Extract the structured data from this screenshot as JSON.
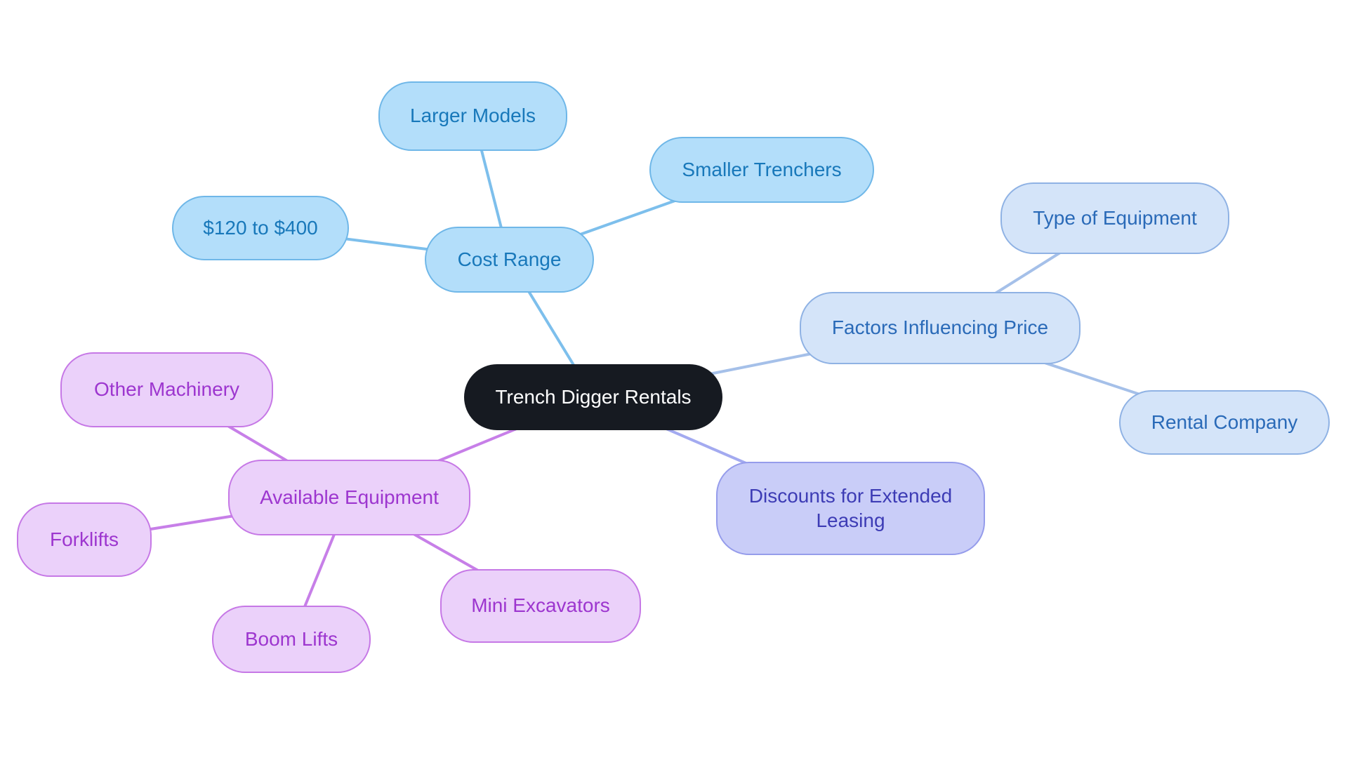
{
  "nodes": {
    "central": {
      "label": "Trench Digger Rentals"
    },
    "cost_range": {
      "label": "Cost Range"
    },
    "larger_models": {
      "label": "Larger Models"
    },
    "smaller_trenchers": {
      "label": "Smaller Trenchers"
    },
    "price_range": {
      "label": "$120 to $400"
    },
    "factors": {
      "label": "Factors Influencing Price"
    },
    "type_of_equipment": {
      "label": "Type of Equipment"
    },
    "rental_company": {
      "label": "Rental Company"
    },
    "discounts": {
      "label": "Discounts for Extended Leasing"
    },
    "available_equipment": {
      "label": "Available Equipment"
    },
    "other_machinery": {
      "label": "Other Machinery"
    },
    "forklifts": {
      "label": "Forklifts"
    },
    "boom_lifts": {
      "label": "Boom Lifts"
    },
    "mini_excavators": {
      "label": "Mini Excavators"
    }
  },
  "edges": [
    {
      "from": "central",
      "to": "cost_range",
      "branch": "cost"
    },
    {
      "from": "cost_range",
      "to": "larger_models",
      "branch": "cost"
    },
    {
      "from": "cost_range",
      "to": "smaller_trenchers",
      "branch": "cost"
    },
    {
      "from": "cost_range",
      "to": "price_range",
      "branch": "cost"
    },
    {
      "from": "central",
      "to": "factors",
      "branch": "factors"
    },
    {
      "from": "factors",
      "to": "type_of_equipment",
      "branch": "factors"
    },
    {
      "from": "factors",
      "to": "rental_company",
      "branch": "factors"
    },
    {
      "from": "central",
      "to": "discounts",
      "branch": "discounts"
    },
    {
      "from": "central",
      "to": "available_equipment",
      "branch": "equipment"
    },
    {
      "from": "available_equipment",
      "to": "other_machinery",
      "branch": "equipment"
    },
    {
      "from": "available_equipment",
      "to": "forklifts",
      "branch": "equipment"
    },
    {
      "from": "available_equipment",
      "to": "boom_lifts",
      "branch": "equipment"
    },
    {
      "from": "available_equipment",
      "to": "mini_excavators",
      "branch": "equipment"
    }
  ],
  "palette": {
    "background": "#ffffff",
    "central": {
      "fill": "#161a21",
      "text": "#ffffff"
    },
    "branches": {
      "cost": {
        "fill": "#b3defa",
        "border": "#6fb7e8",
        "text": "#1878ba",
        "edge": "#7dbfec"
      },
      "factors": {
        "fill": "#d4e4f9",
        "border": "#8fb2e4",
        "text": "#2a6ab8",
        "edge": "#a5c0e9"
      },
      "discounts": {
        "fill": "#c9cdf8",
        "border": "#959ceb",
        "text": "#3d3cb5",
        "edge": "#a3aaf0"
      },
      "equipment": {
        "fill": "#ebd1fa",
        "border": "#c678e6",
        "text": "#9d36cf",
        "edge": "#c77fe8"
      }
    }
  }
}
